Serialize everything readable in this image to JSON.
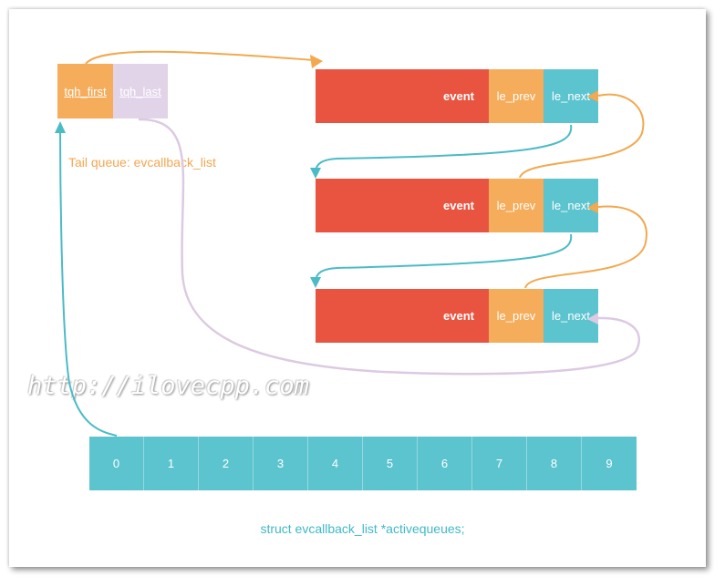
{
  "tailq_head": {
    "first": "tqh_first",
    "last": "tqh_last",
    "caption": "Tail queue: evcallback_list"
  },
  "events": [
    {
      "name": "event",
      "prev": "le_prev",
      "next": "le_next"
    },
    {
      "name": "event",
      "prev": "le_prev",
      "next": "le_next"
    },
    {
      "name": "event",
      "prev": "le_prev",
      "next": "le_next"
    }
  ],
  "array": {
    "cells": [
      "0",
      "1",
      "2",
      "3",
      "4",
      "5",
      "6",
      "7",
      "8",
      "9"
    ],
    "caption": "struct evcallback_list *activequeues;"
  },
  "watermark": "http://ilovecpp.com",
  "colors": {
    "event": "#e8543f",
    "prev": "#f5ac5b",
    "next": "#5cc4cf",
    "last": "#e1d4e8",
    "orange_link": "#f2a94f",
    "teal_link": "#4bbbc6",
    "lilac_link": "#dccae2"
  }
}
